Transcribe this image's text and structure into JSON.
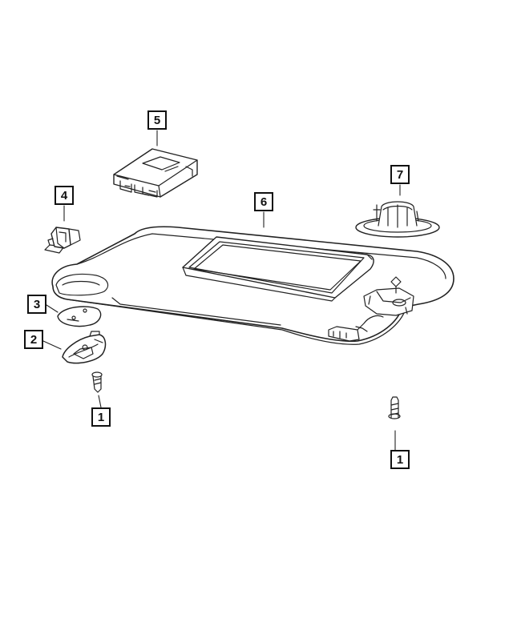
{
  "callouts": {
    "c1a": "1",
    "c1b": "1",
    "c2": "2",
    "c3": "3",
    "c4": "4",
    "c5": "5",
    "c6": "6",
    "c7": "7"
  }
}
